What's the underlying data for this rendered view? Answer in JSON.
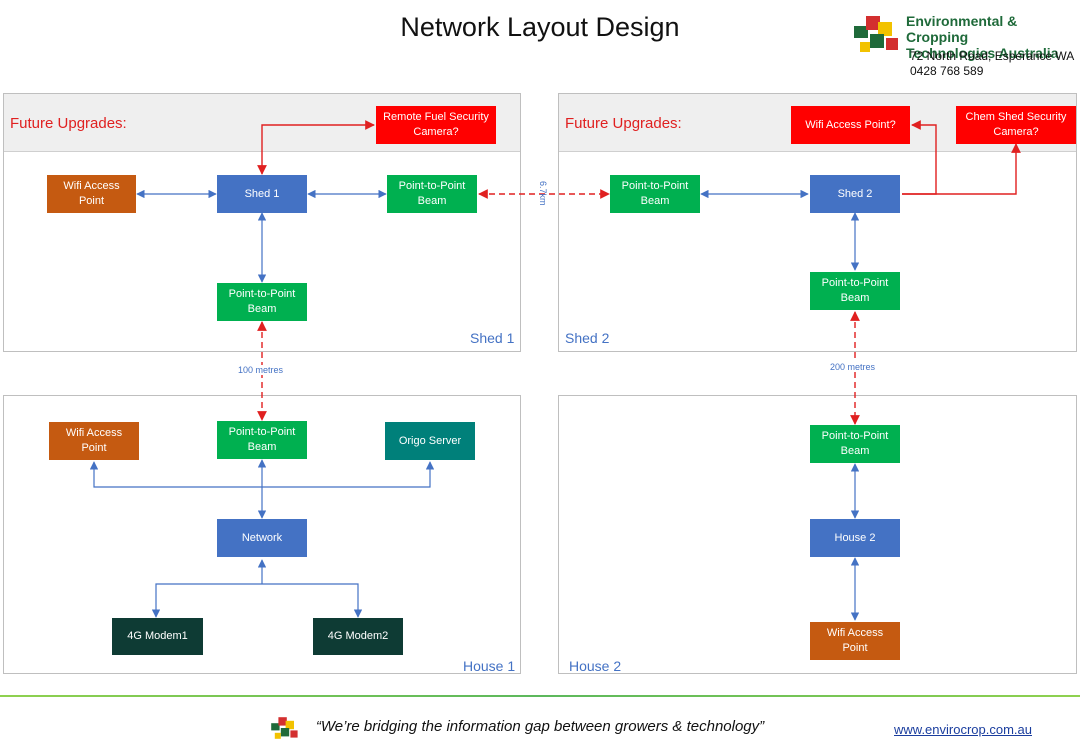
{
  "title": "Network Layout Design",
  "company": {
    "name_line1": "Environmental & Cropping",
    "name_line2": "Technologies Australia",
    "address": "72 North Road, Esperance WA",
    "phone": "0428 768 589",
    "logo_icon": "puzzle-logo-icon"
  },
  "panels": {
    "shed1": {
      "label": "Shed 1",
      "future_label": "Future Upgrades:"
    },
    "shed2": {
      "label": "Shed 2",
      "future_label": "Future Upgrades:"
    },
    "house1": {
      "label": "House 1"
    },
    "house2": {
      "label": "House 2"
    }
  },
  "nodes": {
    "shed1_remote_fuel_camera": "Remote Fuel Security Camera?",
    "shed1_wifi": "Wifi Access Point",
    "shed1_hub": "Shed 1",
    "shed1_p2p_east": "Point-to-Point Beam",
    "shed1_p2p_south": "Point-to-Point Beam",
    "shed2_wifi_future": "Wifi Access Point?",
    "shed2_chem_camera": "Chem Shed Security Camera?",
    "shed2_p2p_west": "Point-to-Point Beam",
    "shed2_hub": "Shed 2",
    "shed2_p2p_south": "Point-to-Point Beam",
    "house1_wifi": "Wifi Access Point",
    "house1_p2p": "Point-to-Point Beam",
    "house1_server": "Origo Server",
    "house1_network": "Network",
    "house1_modem1": "4G Modem1",
    "house1_modem2": "4G Modem2",
    "house2_p2p": "Point-to-Point Beam",
    "house2_hub": "House 2",
    "house2_wifi": "Wifi Access Point"
  },
  "distances": {
    "shed1_to_shed2": "6.7km",
    "shed1_to_house1": "100 metres",
    "shed2_to_house2": "200 metres"
  },
  "colors": {
    "hub": "#4472c4",
    "beam": "#00b050",
    "wifi": "#c55a11",
    "future": "#ff0000",
    "server": "#00807a",
    "modem": "#0e3b34",
    "wired_link": "#4472c4",
    "wireless_link": "#e02020"
  },
  "footer": {
    "tagline": "“We’re bridging the information gap between growers & technology”",
    "url": "www.envirocrop.com.au",
    "logo_icon": "puzzle-logo-icon"
  }
}
